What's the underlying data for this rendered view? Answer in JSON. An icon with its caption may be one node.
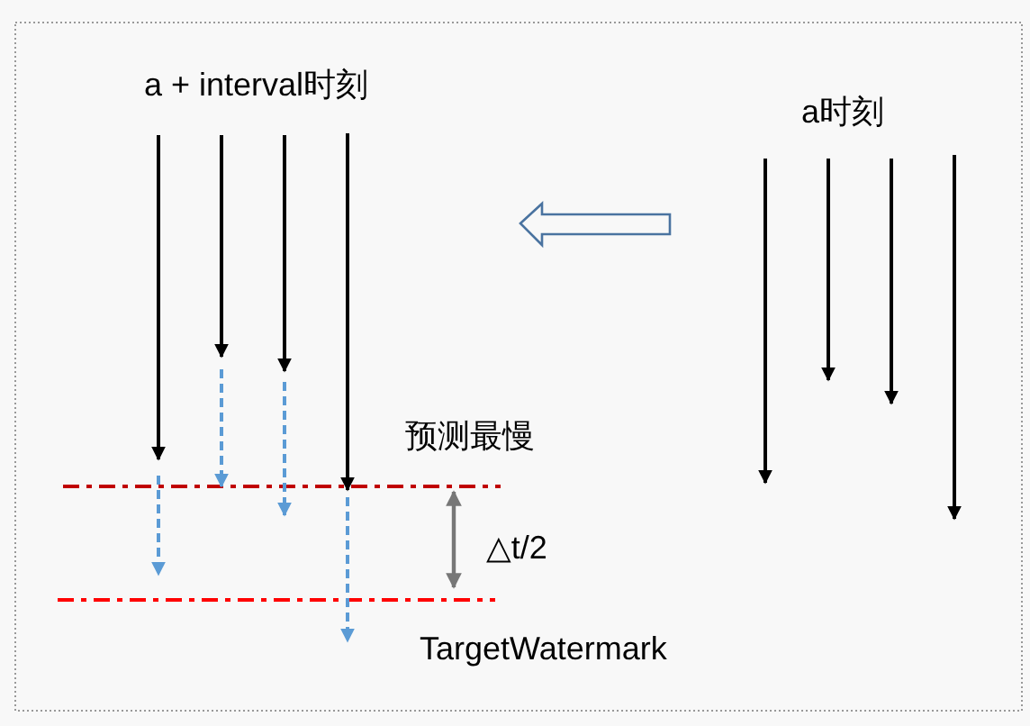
{
  "diagram": {
    "labels": [
      "a + interval时刻",
      "a时刻",
      "预测最慢",
      "△t/2",
      "TargetWatermark"
    ]
  }
}
